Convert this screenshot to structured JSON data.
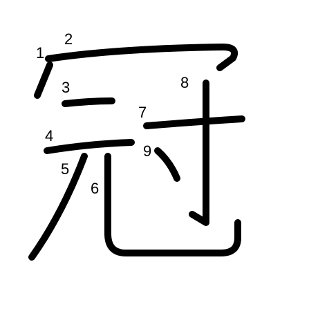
{
  "character": {
    "glyph": "冠",
    "stroke_count": 9,
    "stroke_color": "#000000",
    "background_color": "#ffffff"
  },
  "stroke_labels": [
    "1",
    "2",
    "3",
    "4",
    "5",
    "6",
    "7",
    "8",
    "9"
  ]
}
